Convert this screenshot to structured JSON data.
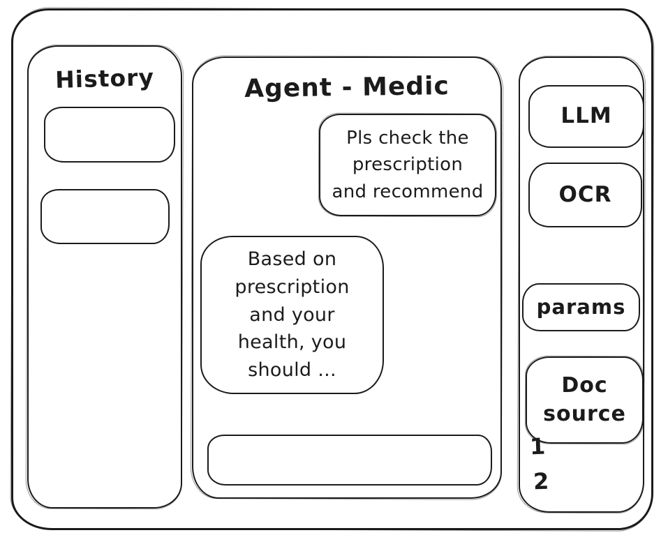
{
  "history_panel": {
    "title": "History",
    "items": [
      "",
      ""
    ]
  },
  "chat": {
    "title": "Agent - Medic",
    "messages": [
      {
        "role": "user",
        "text": "Pls check the\nprescription\nand recommend"
      },
      {
        "role": "assistant",
        "text": "Based on\nprescription\nand your\nhealth, you\nshould ..."
      }
    ],
    "input": {
      "value": ""
    }
  },
  "tools_panel": {
    "buttons": [
      {
        "label": "LLM"
      },
      {
        "label": "OCR"
      },
      {
        "label": "params"
      },
      {
        "label": "Doc source"
      }
    ],
    "notes": [
      "1",
      "2"
    ]
  },
  "colors": {
    "ink": "#1b1b1b",
    "background": "#ffffff"
  }
}
